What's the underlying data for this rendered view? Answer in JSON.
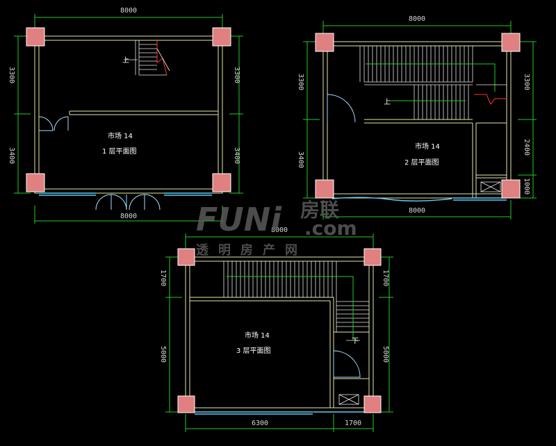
{
  "plans": {
    "floor1": {
      "top_dim": "8000",
      "bottom_dim": "8000",
      "left_upper": "3300",
      "left_lower": "3400",
      "right_upper": "3300",
      "right_lower": "3400",
      "room_label": "市场  14",
      "title": "1 层平面图",
      "stair_mark": "上"
    },
    "floor2": {
      "top_dim": "8000",
      "bottom_dim": "8000",
      "left_upper": "3300",
      "left_lower": "3400",
      "right_upper": "3300",
      "right_mid": "2400",
      "right_lower": "1000",
      "room_label": "市场  14",
      "title": "2 层平面图",
      "stair_mark": "上"
    },
    "floor3": {
      "top_dim": "8000",
      "bottom_left_dim": "6300",
      "bottom_right_dim": "1700",
      "left_upper": "1700",
      "left_lower": "5000",
      "right_upper": "1700",
      "right_lower": "5000",
      "room_label": "市场  14",
      "title": "3 层平面图",
      "stair_mark": "下"
    }
  },
  "watermark": {
    "brand": "FUNi",
    "brand_cn": "房联",
    "domain": ".com",
    "slogan": "透明房产网"
  }
}
